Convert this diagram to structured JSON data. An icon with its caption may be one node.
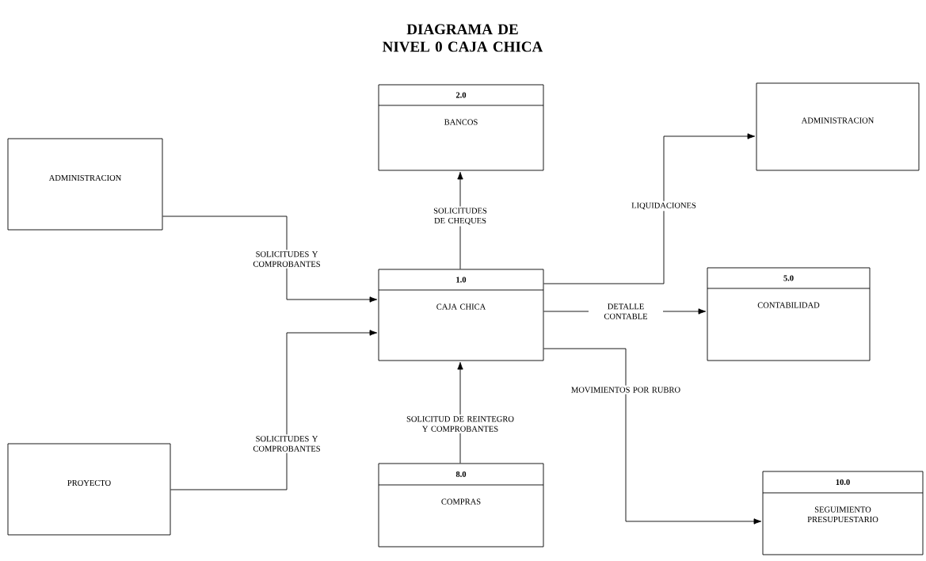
{
  "diagram": {
    "title": "DIAGRAMA DE NIVEL 0 CAJA CHICA",
    "nodes": [
      {
        "text": [
          "ADMINISTRACION"
        ]
      },
      {
        "text": [
          "2.0",
          "BANCOS"
        ]
      },
      {
        "text": [
          "ADMINISTRACION"
        ]
      },
      {
        "text": [
          "1.0",
          "CAJA CHICA"
        ]
      },
      {
        "text": [
          "5.0",
          "CONTABILIDAD"
        ]
      },
      {
        "text": [
          "PROYECTO"
        ]
      },
      {
        "text": [
          "8.0",
          "COMPRAS"
        ]
      },
      {
        "text": [
          "10.0",
          "SEGUIMIENTO PRESUPUESTARIO"
        ]
      }
    ],
    "edges": [
      {
        "from": 0,
        "to": 3,
        "arrow": "to",
        "label": "SOLICITUDES Y COMPROBANTES"
      },
      {
        "from": 5,
        "to": 3,
        "arrow": "to",
        "label": "SOLICITUDES Y COMPROBANTES"
      },
      {
        "from": 3,
        "to": 1,
        "arrow": "to",
        "label": "SOLICITUDES DE CHEQUES"
      },
      {
        "from": 3,
        "to": 2,
        "arrow": "to",
        "label": "LIQUIDACIONES"
      },
      {
        "from": 3,
        "to": 4,
        "arrow": "to",
        "label": "DETALLE CONTABLE"
      },
      {
        "from": 3,
        "to": 7,
        "arrow": "to",
        "label": "MOVIMIENTOS POR RUBRO"
      },
      {
        "from": 6,
        "to": 3,
        "arrow": "to",
        "label": "SOLICITUD DE REINTEGRO Y COMPROBANTES"
      }
    ]
  }
}
